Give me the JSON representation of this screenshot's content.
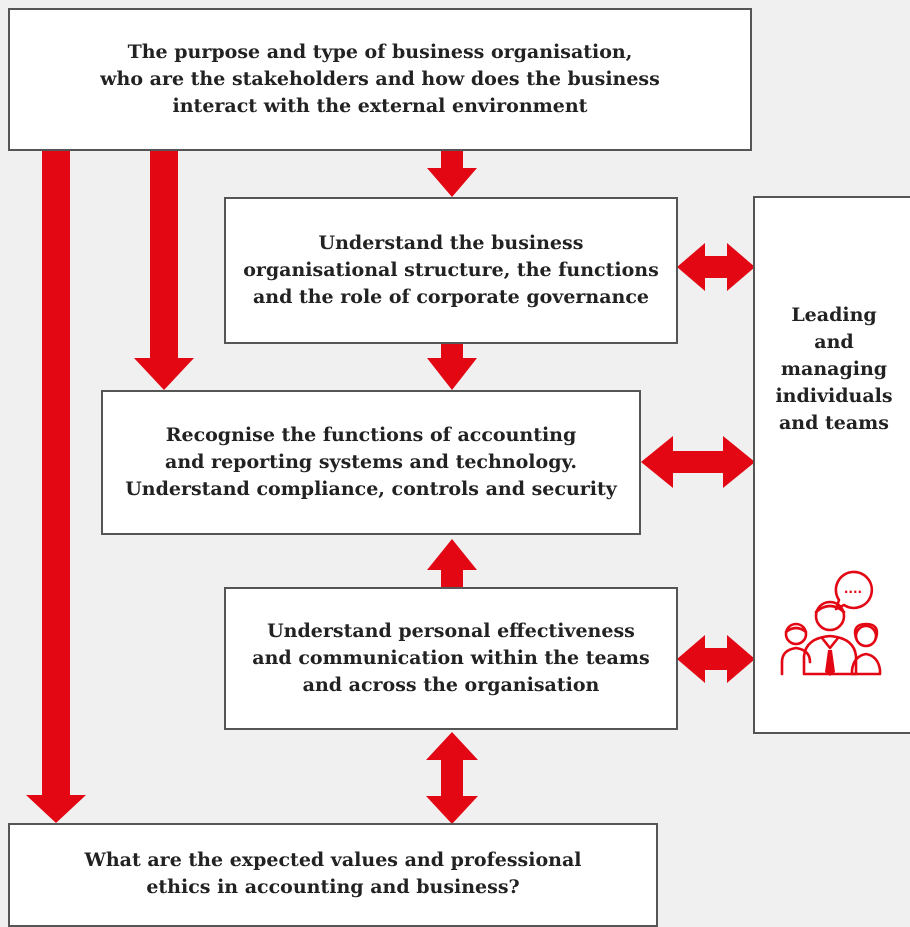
{
  "colors": {
    "arrow": "#e30613",
    "border": "#555555",
    "background": "#f0f0f0",
    "box": "#ffffff"
  },
  "boxes": {
    "purpose": "The purpose and type of business organisation,\nwho are the stakeholders and how does the business\ninteract with the external environment",
    "structure": "Understand the business\norganisational structure, the functions\nand the role of corporate governance",
    "accounting": "Recognise the functions of accounting\nand reporting systems and technology.\nUnderstand compliance, controls and security",
    "effectiveness": "Understand personal effectiveness\nand communication within the teams\nand across the organisation",
    "ethics": "What are the expected values and professional\nethics in accounting and business?",
    "leading": "Leading\nand\nmanaging\nindividuals\nand teams"
  },
  "icon": {
    "name": "team-people-icon",
    "speech_text": "...."
  }
}
